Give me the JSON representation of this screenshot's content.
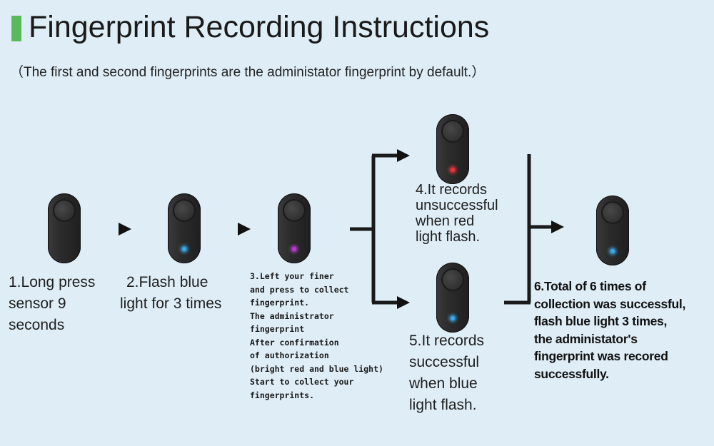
{
  "header": {
    "title": "Fingerprint Recording Instructions",
    "subtitle": "（The first and second fingerprints are the administator fingerprint by default.）"
  },
  "colors": {
    "title_accent": "#5cb85c",
    "background": "#dfedf6",
    "led_blue": "#3aa7e8",
    "led_red": "#e8343c",
    "led_purple": "#b43cc8"
  },
  "steps": [
    {
      "lines": [
        "1.Long press",
        "sensor 9",
        "seconds"
      ],
      "led": "none"
    },
    {
      "lines": [
        "2.Flash blue",
        "light for 3 times"
      ],
      "led": "blue"
    },
    {
      "lines": [
        "3.Left your finer",
        "and press to collect",
        "fingerprint.",
        "The administrator",
        "fingerprint",
        "After confirmation",
        "of authorization",
        " (bright red and blue light)",
        "Start to collect your",
        "fingerprints."
      ],
      "led": "purple"
    },
    {
      "lines": [
        "4.It records",
        "unsuccessful",
        "when red",
        "light flash."
      ],
      "led": "red"
    },
    {
      "lines": [
        "5.It records",
        "successful",
        "when blue",
        " light flash."
      ],
      "led": "blue"
    },
    {
      "lines": [
        "6.Total of 6 times of",
        "collection was successful,",
        "flash blue light 3 times,",
        "the administator's",
        "fingerprint was recored",
        "successfully."
      ],
      "led": "blue"
    }
  ]
}
